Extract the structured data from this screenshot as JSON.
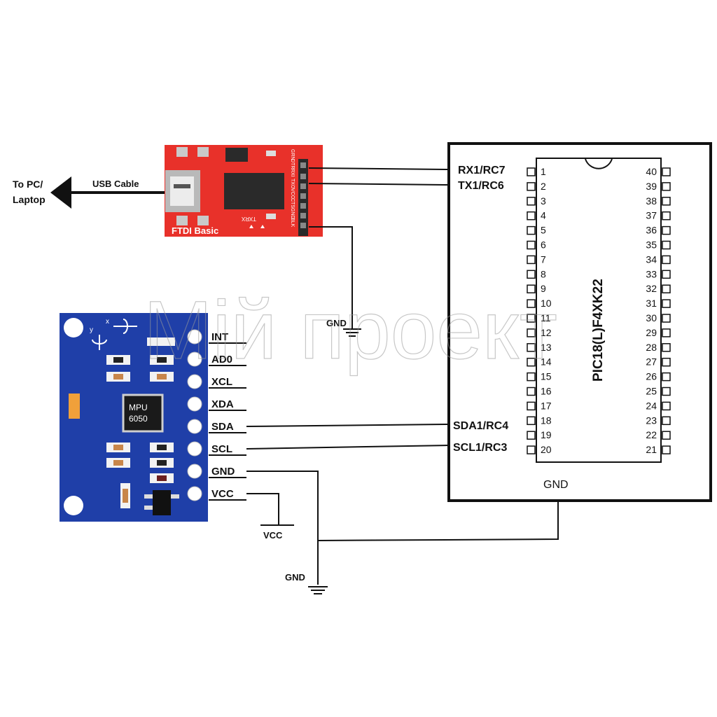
{
  "labels": {
    "to_pc_line1": "To PC/",
    "to_pc_line2": "Laptop",
    "usb_cable": "USB Cable",
    "ftdi_name": "FTDI Basic",
    "ftdi_header": [
      "GRN",
      "DTR",
      "RXI",
      "TXO",
      "VCC",
      "CTS",
      "GND",
      "BLK"
    ],
    "ftdi_tx": "TX",
    "ftdi_rx": "RX",
    "gnd_ftdi": "GND",
    "gnd_pic": "GND",
    "gnd_bottom": "GND",
    "vcc_bottom": "VCC",
    "mpu_chip_line1": "MPU",
    "mpu_chip_line2": "6050",
    "mpu_axis_x": "x",
    "mpu_axis_y": "y",
    "chip_name": "PIC18(L)F4XK22",
    "watermark": "Мій проект"
  },
  "mpu_pins": [
    "INT",
    "AD0",
    "XCL",
    "XDA",
    "SDA",
    "SCL",
    "GND",
    "VCC"
  ],
  "pic_connections": {
    "rx": "RX1/RC7",
    "tx": "TX1/RC6",
    "sda": "SDA1/RC4",
    "scl": "SCL1/RC3"
  },
  "pic_pins_left": [
    "1",
    "2",
    "3",
    "4",
    "5",
    "6",
    "7",
    "8",
    "9",
    "10",
    "11",
    "12",
    "13",
    "14",
    "15",
    "16",
    "17",
    "18",
    "19",
    "20"
  ],
  "pic_pins_right": [
    "40",
    "39",
    "38",
    "37",
    "36",
    "35",
    "34",
    "33",
    "32",
    "31",
    "30",
    "29",
    "28",
    "27",
    "26",
    "25",
    "24",
    "23",
    "22",
    "21"
  ],
  "colors": {
    "ftdi_red": "#e8312a",
    "mpu_blue": "#1f3fa8",
    "wire": "#111111"
  }
}
